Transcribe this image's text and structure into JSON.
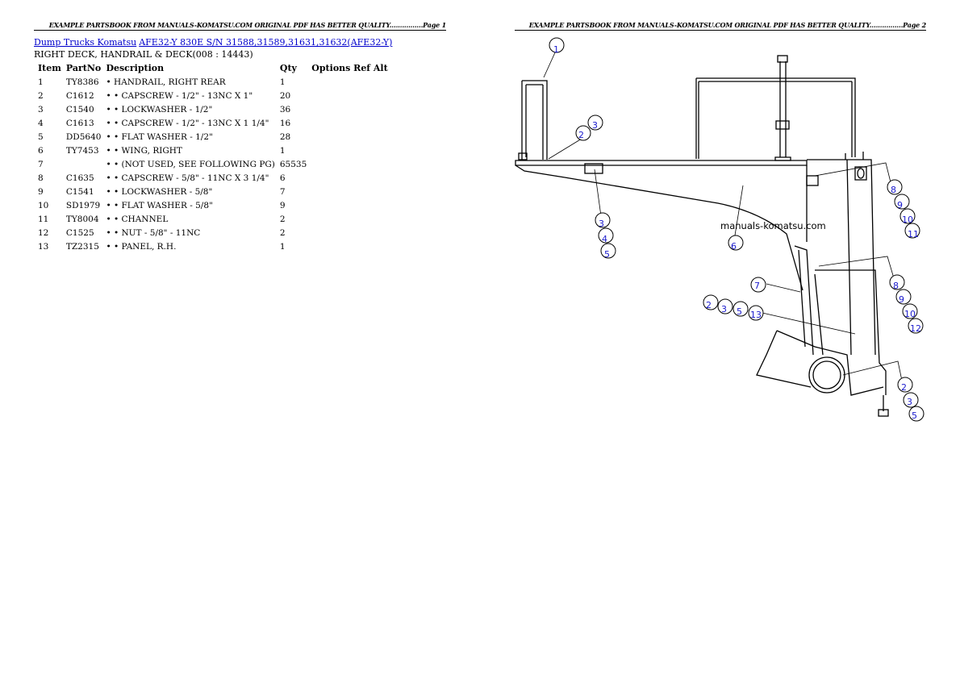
{
  "pages": [
    {
      "header": "EXAMPLE PARTSBOOK FROM MANUALS-KOMATSU.COM ORIGINAL PDF HAS BETTER QUALITY................Page 1"
    },
    {
      "header": "EXAMPLE PARTSBOOK FROM MANUALS-KOMATSU.COM ORIGINAL PDF HAS BETTER QUALITY................Page 2"
    }
  ],
  "breadcrumb": {
    "link1": "Dump Trucks Komatsu",
    "link2": "AFE32-Y 830E S/N 31588,31589,31631,31632(AFE32-Y)"
  },
  "subtitle": "RIGHT DECK, HANDRAIL & DECK(008 : 14443)",
  "table": {
    "headers": {
      "item": "Item",
      "partno": "PartNo",
      "description": "Description",
      "qty": "Qty",
      "options": "Options Ref Alt"
    },
    "rows": [
      {
        "item": "1",
        "partno": "TY8386",
        "description": "• HANDRAIL, RIGHT REAR",
        "qty": "1"
      },
      {
        "item": "2",
        "partno": "C1612",
        "description": "• • CAPSCREW - 1/2\" - 13NC X 1\"",
        "qty": "20"
      },
      {
        "item": "3",
        "partno": "C1540",
        "description": "• • LOCKWASHER - 1/2\"",
        "qty": "36"
      },
      {
        "item": "4",
        "partno": "C1613",
        "description": "• • CAPSCREW - 1/2\" - 13NC X 1 1/4\"",
        "qty": "16"
      },
      {
        "item": "5",
        "partno": "DD5640",
        "description": "• • FLAT WASHER - 1/2\"",
        "qty": "28"
      },
      {
        "item": "6",
        "partno": "TY7453",
        "description": "• • WING, RIGHT",
        "qty": "1"
      },
      {
        "item": "7",
        "partno": "",
        "description": "• • (NOT USED, SEE FOLLOWING PG)",
        "qty": "65535"
      },
      {
        "item": "8",
        "partno": "C1635",
        "description": "• • CAPSCREW - 5/8\" - 11NC X 3 1/4\"",
        "qty": "6"
      },
      {
        "item": "9",
        "partno": "C1541",
        "description": "• • LOCKWASHER - 5/8\"",
        "qty": "7"
      },
      {
        "item": "10",
        "partno": "SD1979",
        "description": "• • FLAT WASHER - 5/8\"",
        "qty": "9"
      },
      {
        "item": "11",
        "partno": "TY8004",
        "description": "• • CHANNEL",
        "qty": "2"
      },
      {
        "item": "12",
        "partno": "C1525",
        "description": "• • NUT - 5/8\" - 11NC",
        "qty": "2"
      },
      {
        "item": "13",
        "partno": "TZ2315",
        "description": "• • PANEL, R.H.",
        "qty": "1"
      }
    ]
  },
  "diagram": {
    "watermark": "manuals-komatsu.com",
    "callouts": {
      "c1": "1",
      "c2a": "2",
      "c3a": "3",
      "c3b": "3",
      "c4": "4",
      "c5b": "5",
      "c6": "6",
      "c7": "7",
      "c8a": "8",
      "c9a": "9",
      "c10a": "10",
      "c11": "11",
      "c8b": "8",
      "c9b": "9",
      "c10b": "10",
      "c12": "12",
      "c2c": "2",
      "c3c": "3",
      "c5c": "5",
      "c13": "13",
      "c2d": "2",
      "c3d": "3",
      "c5d": "5"
    }
  },
  "colors": {
    "link": "#0000cc",
    "callout_text": "#1a1acc"
  }
}
